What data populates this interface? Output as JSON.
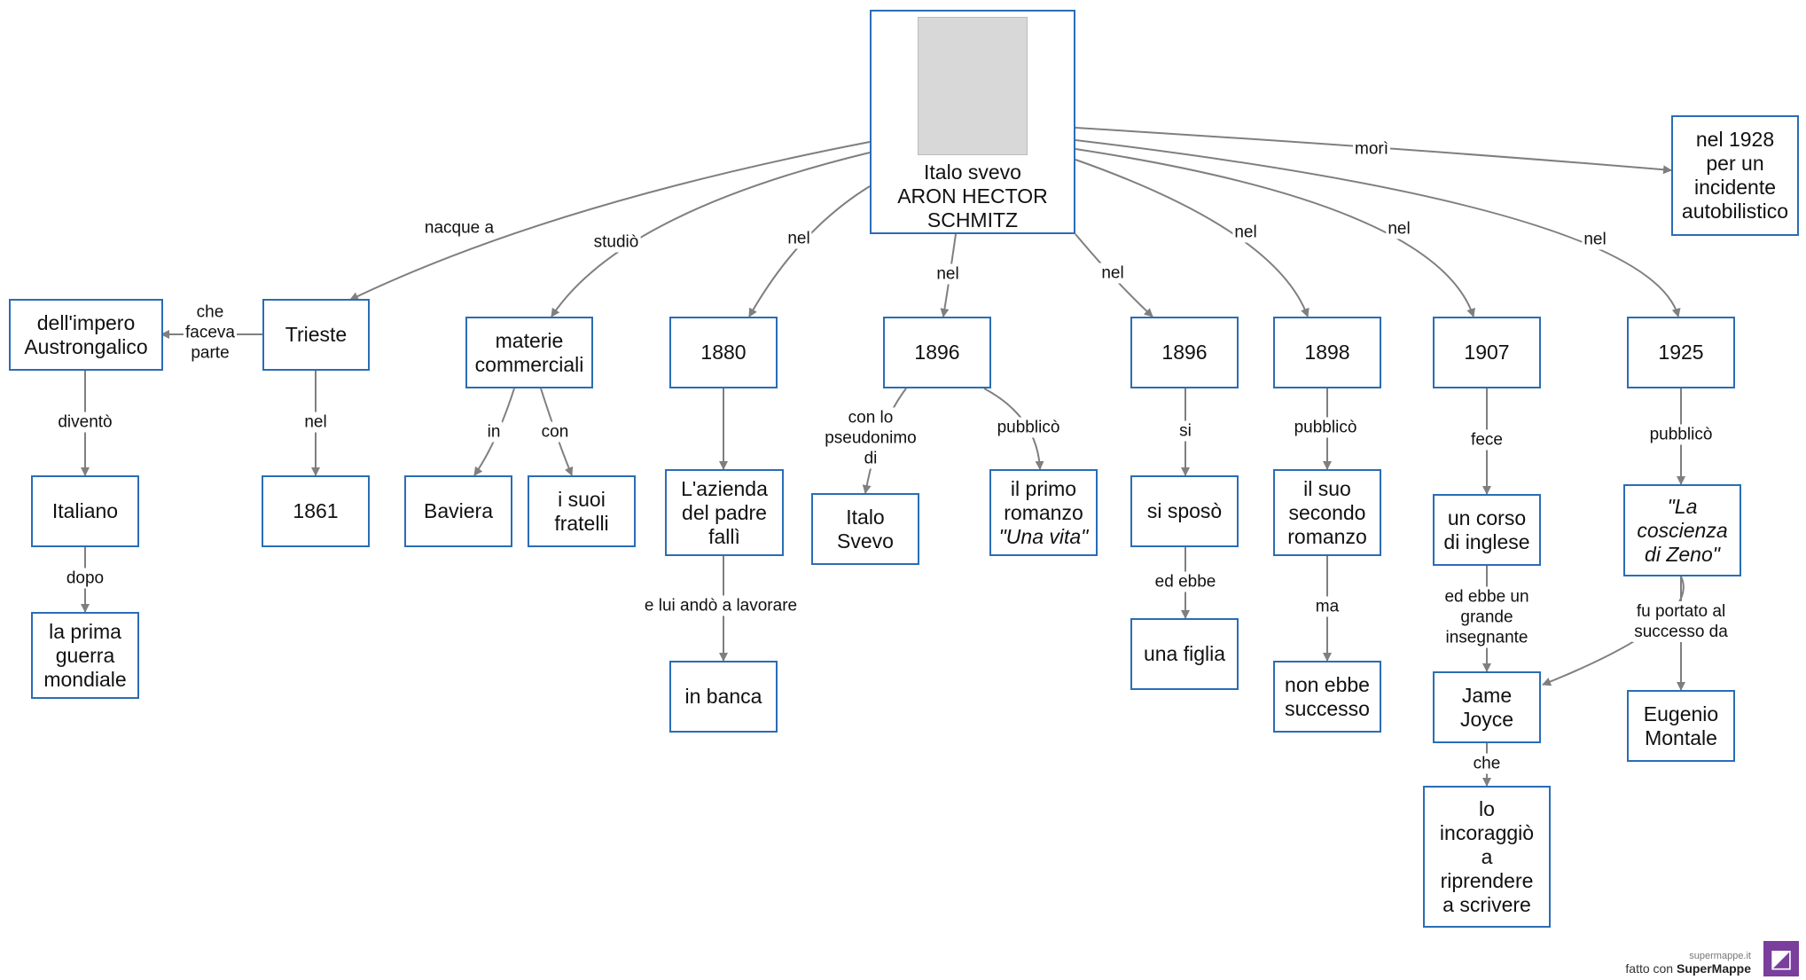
{
  "main": {
    "line1": "Italo svevo",
    "line2": "ARON HECTOR",
    "line3": "SCHMITZ",
    "portrait": "portrait-photo"
  },
  "nodes": {
    "impero": "dell'impero\nAustrongalico",
    "trieste": "Trieste",
    "materie": "materie\ncommerciali",
    "y1880": "1880",
    "y1896a": "1896",
    "y1896b": "1896",
    "y1898": "1898",
    "y1907": "1907",
    "y1925": "1925",
    "mori": "nel 1928\nper un\nincidente\nautobilistico",
    "italiano": "Italiano",
    "y1861": "1861",
    "baviera": "Baviera",
    "fratelli": "i suoi\nfratelli",
    "azienda": "L'azienda\ndel padre\nfallì",
    "italosvevo": "Italo\nSvevo",
    "primoromanzo": "il primo\nromanzo",
    "unavita": "\"Una  vita\"",
    "sisposo": "si sposò",
    "secondoromanzo": "il suo\nsecondo\nromanzo",
    "corso": "un corso\ndi inglese",
    "coscienza": "\"La\ncoscienza\ndi  Zeno\"",
    "guerra": "la prima\nguerra\nmondiale",
    "banca": "in banca",
    "figlia": "una figlia",
    "nonsuccesso": "non ebbe\nsuccesso",
    "joyce": "Jame\nJoyce",
    "montale": "Eugenio\nMontale",
    "incoraggio": "lo\nincoraggiò\na\nriprendere\na scrivere"
  },
  "labels": {
    "nacque": "nacque a",
    "studio": "studiò",
    "nel1880": "nel",
    "nel1896a": "nel",
    "nel1896b": "nel",
    "nel1898": "nel",
    "nel1907": "nel",
    "nel1925": "nel",
    "mori": "morì",
    "chefaceva": "che\nfaceva\nparte",
    "divento": "diventò",
    "neltrieste": "nel",
    "in": "in",
    "con": "con",
    "dopo": "dopo",
    "luiando": "e lui andò a lavorare",
    "pseudonimo": "con lo\npseudonimo\ndi",
    "pubblico1": "pubblicò",
    "si": "si",
    "edebbe": "ed ebbe",
    "pubblico2": "pubblicò",
    "ma": "ma",
    "fece": "fece",
    "insegnante": "ed ebbe un\ngrande\ninsegnante",
    "pubblico3": "pubblicò",
    "portato": "fu portato al\nsuccesso da",
    "che": "che"
  },
  "credit": {
    "site": "supermappe.it",
    "prefix": "fatto con ",
    "brand": "SuperMappe"
  },
  "colors": {
    "border": "#2a6db5",
    "arrow": "#7f7f7f",
    "logo": "#7a3e9c"
  }
}
